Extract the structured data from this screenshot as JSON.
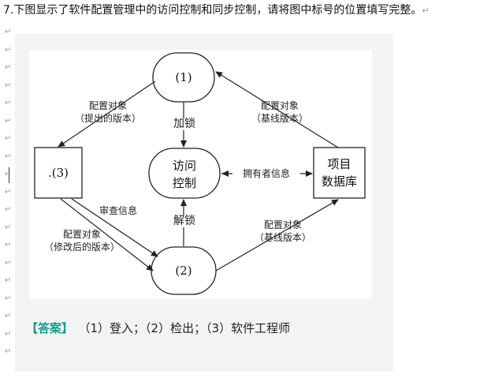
{
  "question": {
    "text": "7.下图显示了软件配置管理中的访问控制和同步控制，请将图中标号的位置填写完整。",
    "end_mark": "↵"
  },
  "para_marks": [
    "↵",
    "↵",
    "↵",
    "↵",
    "↵",
    "↵",
    "↵",
    "↵",
    "↵",
    "↵",
    "↵",
    "↵",
    "↵",
    "↵",
    "↵",
    "↵",
    "↵",
    "↵",
    "↵"
  ],
  "diagram": {
    "node1": "(1)",
    "node2": "(2)",
    "node3": ".(3)",
    "center_line1": "访问",
    "center_line2": "控制",
    "repo_line1": "项目",
    "repo_line2": "数据库",
    "lock": "加锁",
    "unlock": "解锁",
    "owner_info": "拥有者信息",
    "review_info": "审查信息",
    "edge_top_left_1": "配置对象",
    "edge_top_left_2": "（提出的版本）",
    "edge_top_right_1": "配置对象",
    "edge_top_right_2": "（基线版本）",
    "edge_bottom_left_1": "配置对象",
    "edge_bottom_left_2": "（修改后的版本）",
    "edge_bottom_right_1": "配置对象",
    "edge_bottom_right_2": "（基线版本）"
  },
  "answer": {
    "tag": "【答案】",
    "text": "（1）登入；（2）检出；（3）软件工程师"
  }
}
